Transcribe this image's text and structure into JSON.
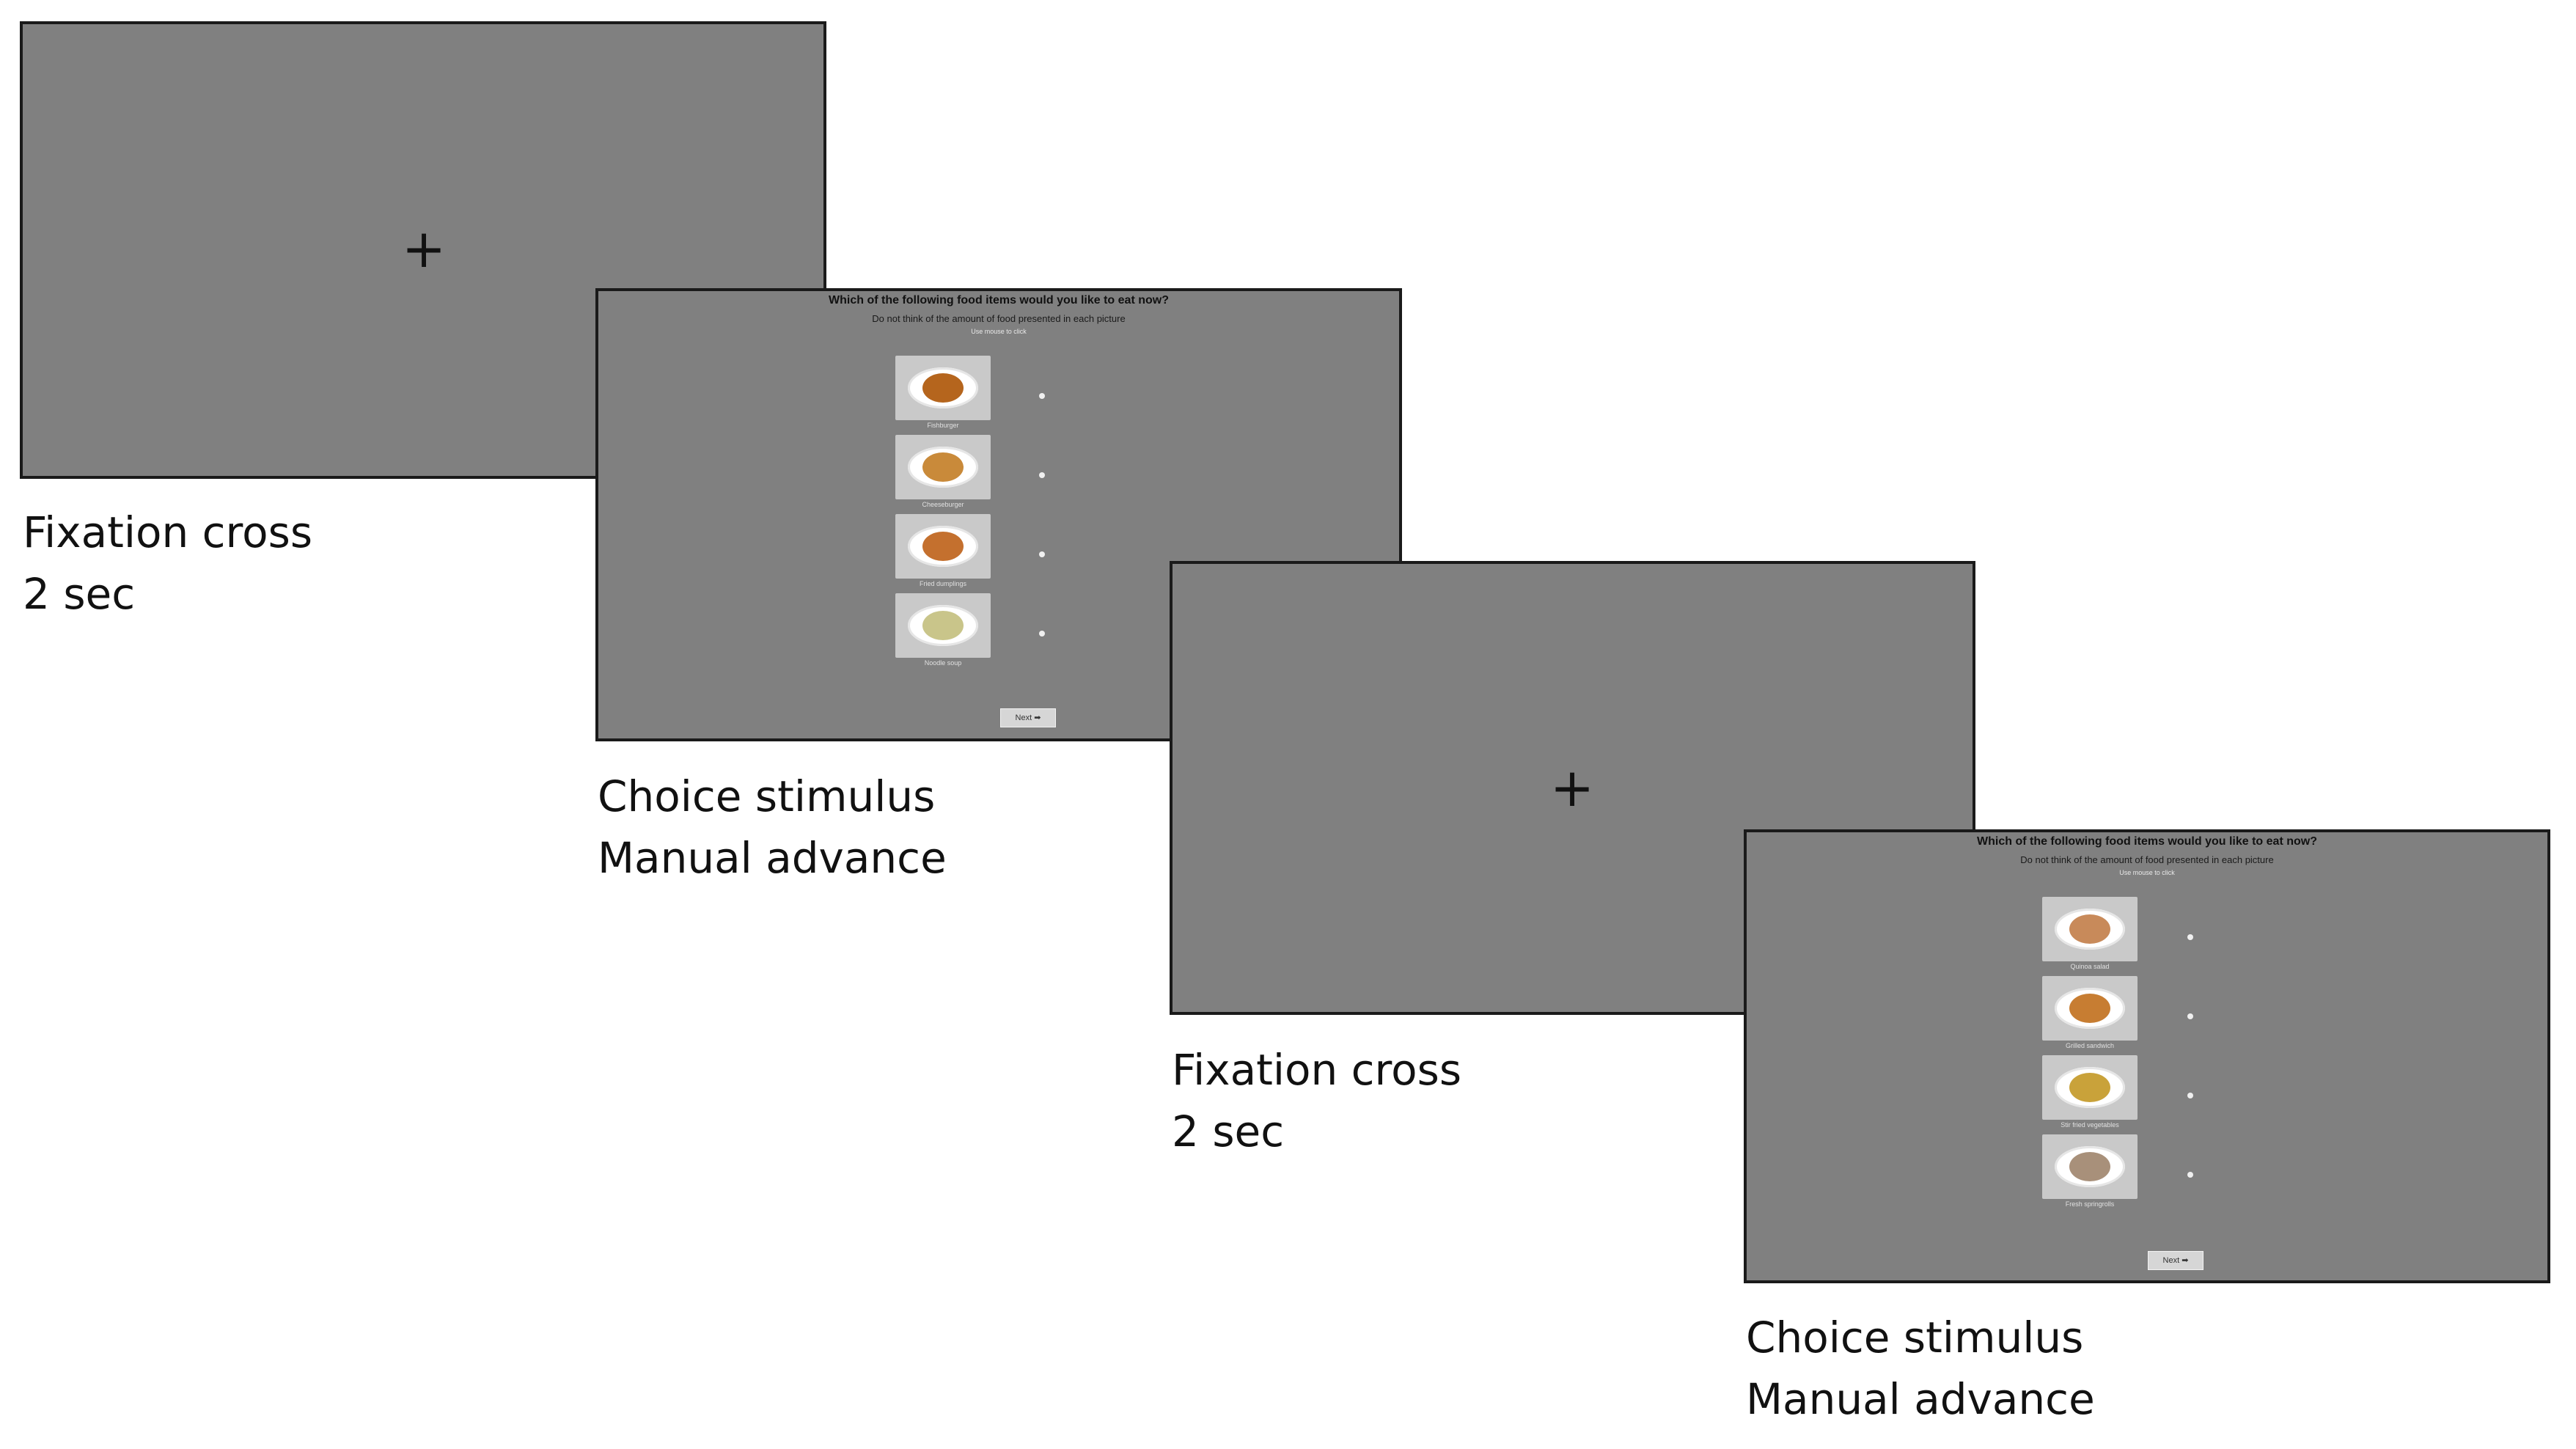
{
  "screens": [
    {
      "type": "fixation",
      "symbol": "+"
    },
    {
      "type": "choice",
      "question": "Which of the following food items would you like to eat now?",
      "instruction": "Do not think of the amount of food presented in each picture",
      "hint": "Use mouse to click",
      "items": [
        {
          "label": "Fishburger",
          "food_color": "#b5651d"
        },
        {
          "label": "Cheeseburger",
          "food_color": "#c98a3a"
        },
        {
          "label": "Fried dumplings",
          "food_color": "#c4702e"
        },
        {
          "label": "Noodle soup",
          "food_color": "#c9c58a"
        }
      ],
      "next_label": "Next ➡"
    },
    {
      "type": "fixation",
      "symbol": "+"
    },
    {
      "type": "choice",
      "question": "Which of the following food items would you like to eat now?",
      "instruction": "Do not think of the amount of food presented in each picture",
      "hint": "Use mouse to click",
      "items": [
        {
          "label": "Quinoa salad",
          "food_color": "#c88a5a"
        },
        {
          "label": "Grilled sandwich",
          "food_color": "#c77d32"
        },
        {
          "label": "Stir fried vegetables",
          "food_color": "#c9a23a"
        },
        {
          "label": "Fresh springrolls",
          "food_color": "#a8907a"
        }
      ],
      "next_label": "Next ➡"
    }
  ],
  "captions": [
    {
      "line1": "Fixation cross",
      "line2": "2 sec"
    },
    {
      "line1": "Choice stimulus",
      "line2": "Manual advance"
    },
    {
      "line1": "Fixation cross",
      "line2": "2 sec"
    },
    {
      "line1": "Choice stimulus",
      "line2": "Manual advance"
    }
  ],
  "colors": {
    "screen_bg": "#808080",
    "screen_border": "#1a1a1a",
    "thumb_bg": "#c9c9c9"
  }
}
